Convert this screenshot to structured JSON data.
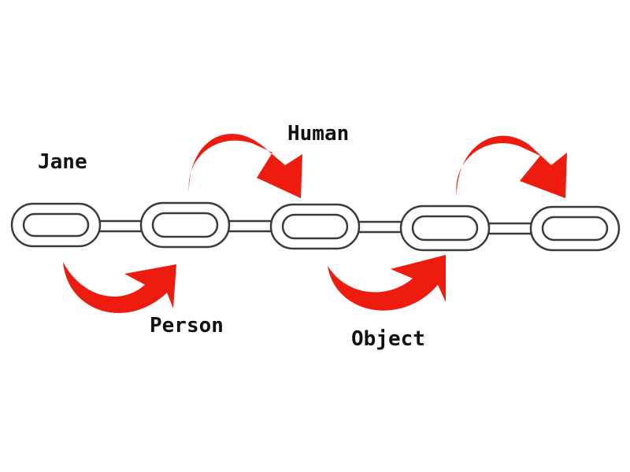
{
  "diagram": {
    "labels": {
      "jane": "Jane",
      "human": "Human",
      "person": "Person",
      "object": "Object"
    },
    "colors": {
      "arrow": "#ee1c0e",
      "chain_stroke": "#3a3a3a",
      "chain_fill": "#ffffff",
      "text": "#111111"
    }
  }
}
